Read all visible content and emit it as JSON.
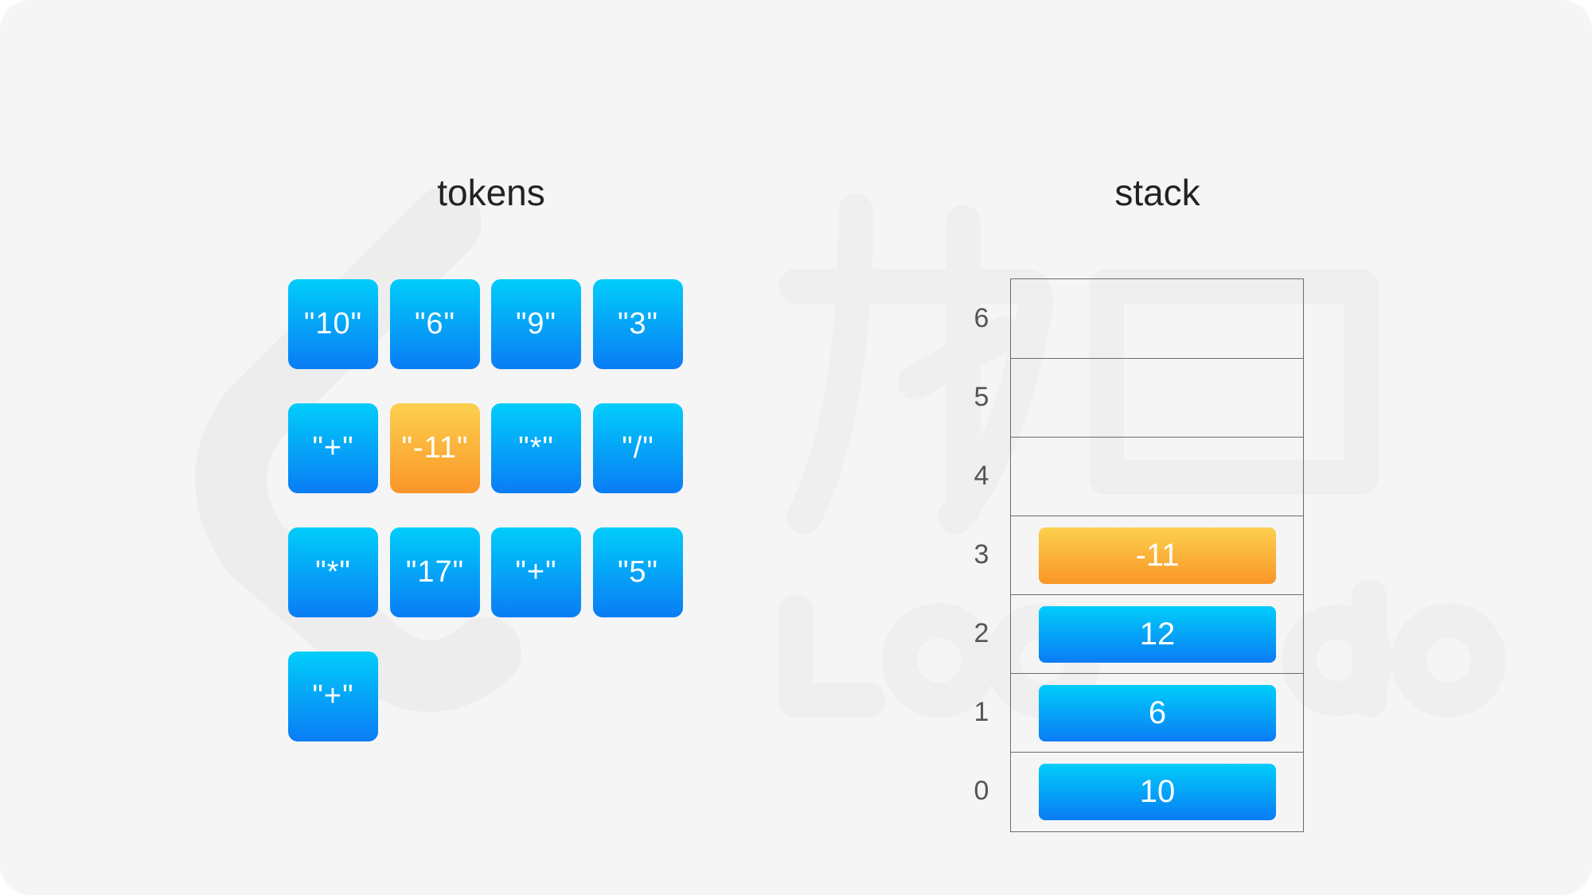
{
  "titles": {
    "tokens": "tokens",
    "stack": "stack"
  },
  "colors": {
    "background": "#f5f5f5",
    "token_blue_top": "#00cdfa",
    "token_blue_bottom": "#0a7cf5",
    "highlight_orange_top": "#fdd04f",
    "highlight_orange_bottom": "#f99628",
    "frame_line": "#6b6b6b"
  },
  "tokens": [
    {
      "label": "\"10\"",
      "active": false
    },
    {
      "label": "\"6\"",
      "active": false
    },
    {
      "label": "\"9\"",
      "active": false
    },
    {
      "label": "\"3\"",
      "active": false
    },
    {
      "label": "\"+\"",
      "active": false
    },
    {
      "label": "\"-11\"",
      "active": true
    },
    {
      "label": "\"*\"",
      "active": false
    },
    {
      "label": "\"/\"",
      "active": false
    },
    {
      "label": "\"*\"",
      "active": false
    },
    {
      "label": "\"17\"",
      "active": false
    },
    {
      "label": "\"+\"",
      "active": false
    },
    {
      "label": "\"5\"",
      "active": false
    },
    {
      "label": "\"+\"",
      "active": false
    }
  ],
  "stack": {
    "indices": [
      "6",
      "5",
      "4",
      "3",
      "2",
      "1",
      "0"
    ],
    "items": [
      {
        "index": "3",
        "value": "-11",
        "active": true
      },
      {
        "index": "2",
        "value": "12",
        "active": false
      },
      {
        "index": "1",
        "value": "6",
        "active": false
      },
      {
        "index": "0",
        "value": "10",
        "active": false
      }
    ]
  },
  "watermark": {
    "icon": "leetcode-logo-watermark-icon"
  }
}
